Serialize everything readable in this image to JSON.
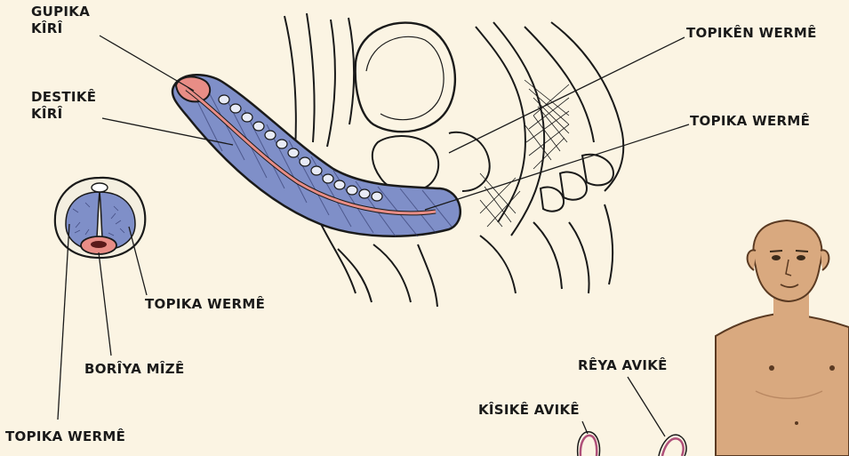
{
  "labels": {
    "gupika_kiri": [
      "GUPIKA",
      "KÎRÎ"
    ],
    "destike_kiri": [
      "DESTIKÊ",
      "KÎRÎ"
    ],
    "topiken_werme": "TOPIKÊN WERMÊ",
    "topika_werme_right": "TOPIKA WERMÊ",
    "topika_werme_cross": "TOPIKA WERMÊ",
    "boriya_mize": "BORÎYA MÎZÊ",
    "topika_werme_bottom": "TOPIKA WERMÊ",
    "reya_avike": "RÊYA AVIKÊ",
    "kisike_avike": "KÎSIKÊ AVIKÊ"
  },
  "colors": {
    "background": "#fbf4e3",
    "erectile_tissue": "#7f8fc8",
    "urethra": "#e88d86",
    "skin": "#d9a97f",
    "vas_deferens": "#b0517a",
    "outline": "#1a1a1a"
  }
}
